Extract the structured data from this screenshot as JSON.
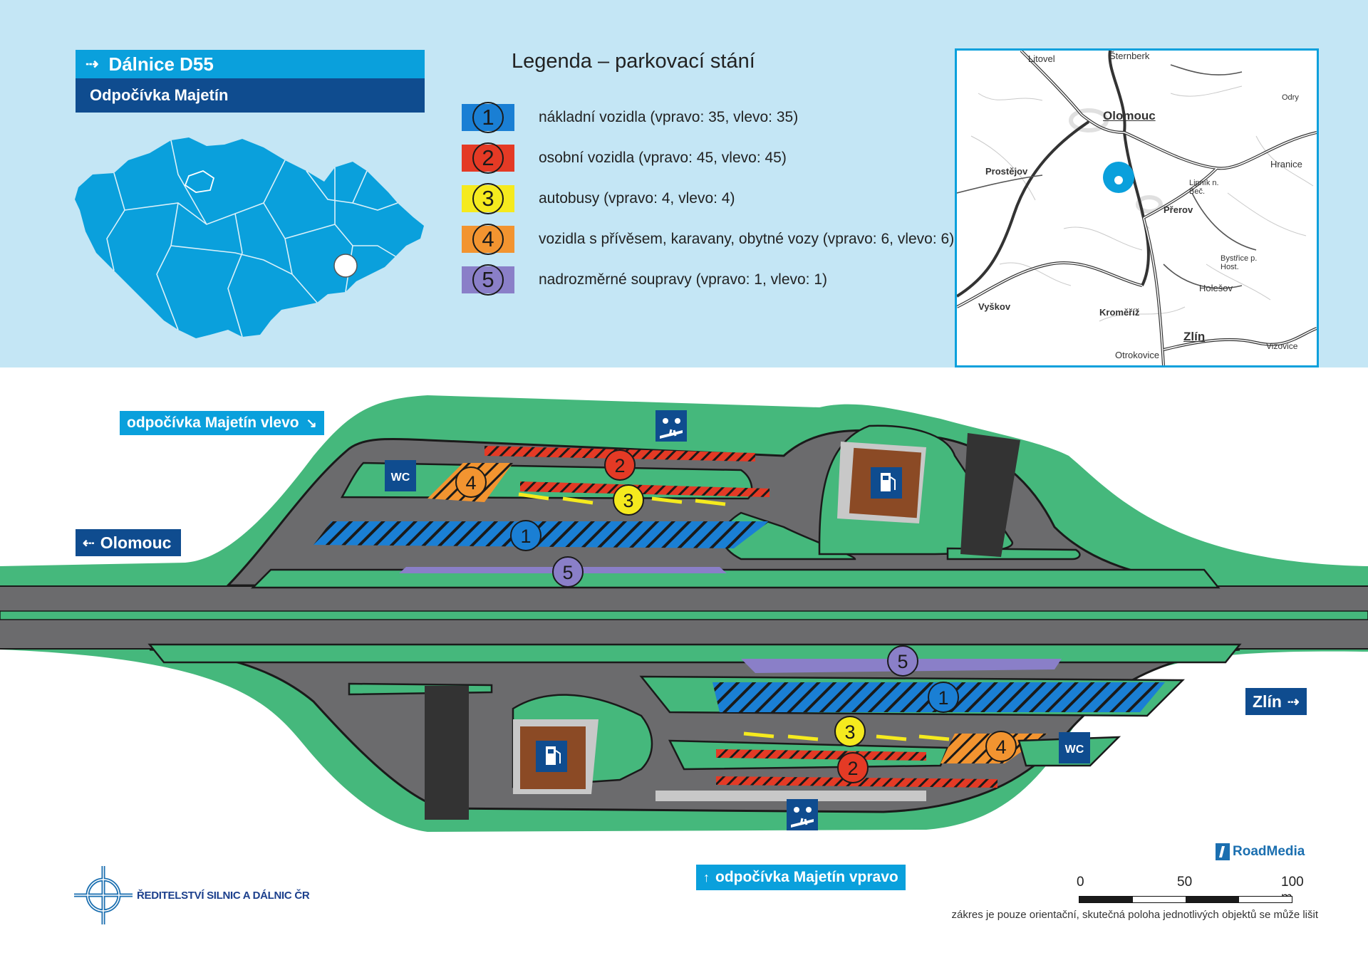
{
  "header": {
    "title": "Dálnice D55",
    "subtitle": "Odpočívka Majetín"
  },
  "legend": {
    "title": "Legenda – parkovací stání",
    "items": [
      {
        "num": "1",
        "color": "#1a7fd4",
        "text": "nákladní vozidla (vpravo: 35, vlevo: 35)"
      },
      {
        "num": "2",
        "color": "#e43a25",
        "text": "osobní vozidla (vpravo: 45, vlevo: 45)"
      },
      {
        "num": "3",
        "color": "#f5ea1e",
        "text": "autobusy (vpravo: 4, vlevo: 4)"
      },
      {
        "num": "4",
        "color": "#f29430",
        "text": "vozidla s přívěsem, karavany, obytné vozy (vpravo: 6, vlevo: 6)"
      },
      {
        "num": "5",
        "color": "#8a7fc8",
        "text": "nadrozměrné soupravy (vpravo: 1, vlevo: 1)"
      }
    ]
  },
  "inset_map": {
    "cities": [
      "Litovel",
      "Šternberk",
      "Olomouc",
      "Odry",
      "Prostějov",
      "Hranice",
      "Lipník n. Beč.",
      "Přerov",
      "Bystřice p. Host.",
      "Holešov",
      "Vyškov",
      "Kroměříž",
      "Zlín",
      "Otrokovice",
      "Vizovice"
    ]
  },
  "signs": {
    "left_rest_area": "odpočívka Majetín vlevo",
    "right_rest_area": "odpočívka Majetín vpravo",
    "dir_left": "Olomouc",
    "dir_right": "Zlín"
  },
  "plan_labels": {
    "wc": "WC",
    "numbers": [
      "1",
      "2",
      "3",
      "4",
      "5"
    ]
  },
  "footer": {
    "agency": "ŘEDITELSTVÍ SILNIC A DÁLNIC ČR",
    "brand": "RoadMedia",
    "scale_labels": [
      "0",
      "50",
      "100 m"
    ],
    "note": "zákres je pouze orientační, skutečná poloha jednotlivých objektů se může lišit"
  },
  "colors": {
    "band": "#c4e6f5",
    "accent_light": "#0aa0dc",
    "accent_dark": "#0f4c8f",
    "road": "#6b6b6d",
    "grass": "#45b87c",
    "building": "#8b4a25"
  }
}
